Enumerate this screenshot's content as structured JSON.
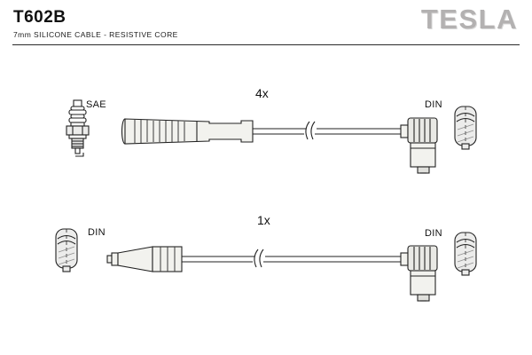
{
  "header": {
    "part_number": "T602B",
    "subtitle": "7mm SILICONE CABLE - RESISTIVE CORE",
    "brand": "TESLA"
  },
  "colors": {
    "outline": "#222222",
    "brand_gray": "#b3b1b1",
    "boot_fill": "#f2f2ee",
    "terminal_fill": "#ececeb"
  },
  "rows": [
    {
      "left_label": "SAE",
      "left_item": "spark-plug-terminal-icon",
      "quantity": "4x",
      "cable": "straight-boot-cable-drawing",
      "right_label": "DIN",
      "right_item": "angled-boot-and-din-terminal-icon"
    },
    {
      "left_label": "DIN",
      "left_item": "din-terminal-icon",
      "quantity": "1x",
      "cable": "straight-boot-cable-drawing",
      "right_label": "DIN",
      "right_item": "angled-boot-and-din-terminal-icon"
    }
  ]
}
